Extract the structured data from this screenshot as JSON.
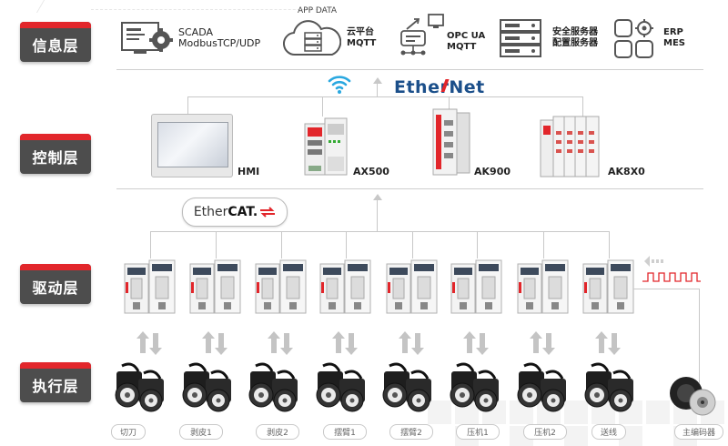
{
  "layers": [
    {
      "label": "信息层"
    },
    {
      "label": "控制层"
    },
    {
      "label": "驱动层"
    },
    {
      "label": "执行层"
    }
  ],
  "info": {
    "scada": {
      "line1": "SCADA",
      "line2": "ModbusTCP/UDP"
    },
    "cloud": {
      "top": "APP DATA",
      "line1": "云平台",
      "line2": "MQTT"
    },
    "opc": {
      "line1": "OPC UA",
      "line2": "MQTT"
    },
    "server": {
      "line1": "安全服务器",
      "line2": "配置服务器"
    },
    "erp": {
      "line1": "ERP",
      "line2": "MES"
    }
  },
  "ethernet_logo": {
    "prefix": "Ether",
    "suffix": "Net",
    "color": "#1b4f8a"
  },
  "ethercat_logo": {
    "prefix": "Ether",
    "suffix": "CAT."
  },
  "controllers": [
    {
      "label": "HMI"
    },
    {
      "label": "AX500"
    },
    {
      "label": "AK900"
    },
    {
      "label": "AK8X0"
    }
  ],
  "actuators": [
    {
      "label": "切刀"
    },
    {
      "label": "剥皮1"
    },
    {
      "label": "剥皮2"
    },
    {
      "label": "摆臂1"
    },
    {
      "label": "摆臂2"
    },
    {
      "label": "压机1"
    },
    {
      "label": "压机2"
    },
    {
      "label": "送线"
    },
    {
      "label": "主编码器"
    }
  ],
  "colors": {
    "accent": "#e2262b",
    "dark": "#4d4d4d",
    "brand": "#1b4f8a",
    "wifi": "#2aa8e0"
  }
}
